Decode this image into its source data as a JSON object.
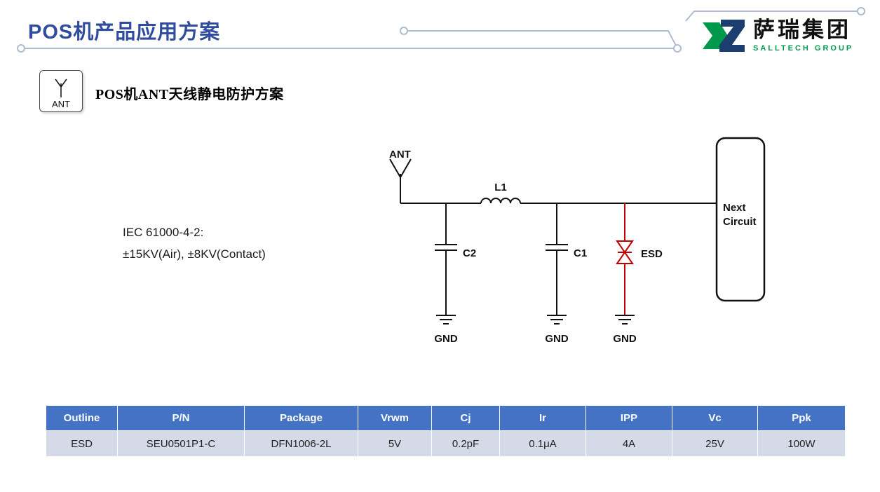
{
  "page": {
    "title": "POS机产品应用方案"
  },
  "logo": {
    "company_cn": "萨瑞集团",
    "company_en": "SALLTECH GROUP"
  },
  "section": {
    "icon_label": "ANT",
    "heading": "POS机ANT天线静电防护方案"
  },
  "diagram": {
    "ant_label": "ANT",
    "inductor_label": "L1",
    "c2_label": "C2",
    "c1_label": "C1",
    "esd_label": "ESD",
    "next_circuit_line1": "Next",
    "next_circuit_line2": "Circuit",
    "gnd_labels": [
      "GND",
      "GND",
      "GND"
    ],
    "iec_standard": "IEC 61000-4-2:",
    "iec_rating": "±15KV(Air), ±8KV(Contact)"
  },
  "colors": {
    "title_blue": "#2F4C9E",
    "esd_red": "#C00000",
    "table_header_bg": "#4472C4",
    "table_row_bg": "#D5DAE8",
    "logo_green": "#00984A",
    "logo_navy": "#1B3E6F",
    "decor_line": "#AEBBD0"
  },
  "table": {
    "headers": [
      "Outline",
      "P/N",
      "Package",
      "Vrwm",
      "Cj",
      "Ir",
      "IPP",
      "Vc",
      "Ppk"
    ],
    "rows": [
      [
        "ESD",
        "SEU0501P1-C",
        "DFN1006-2L",
        "5V",
        "0.2pF",
        "0.1μA",
        "4A",
        "25V",
        "100W"
      ]
    ]
  }
}
